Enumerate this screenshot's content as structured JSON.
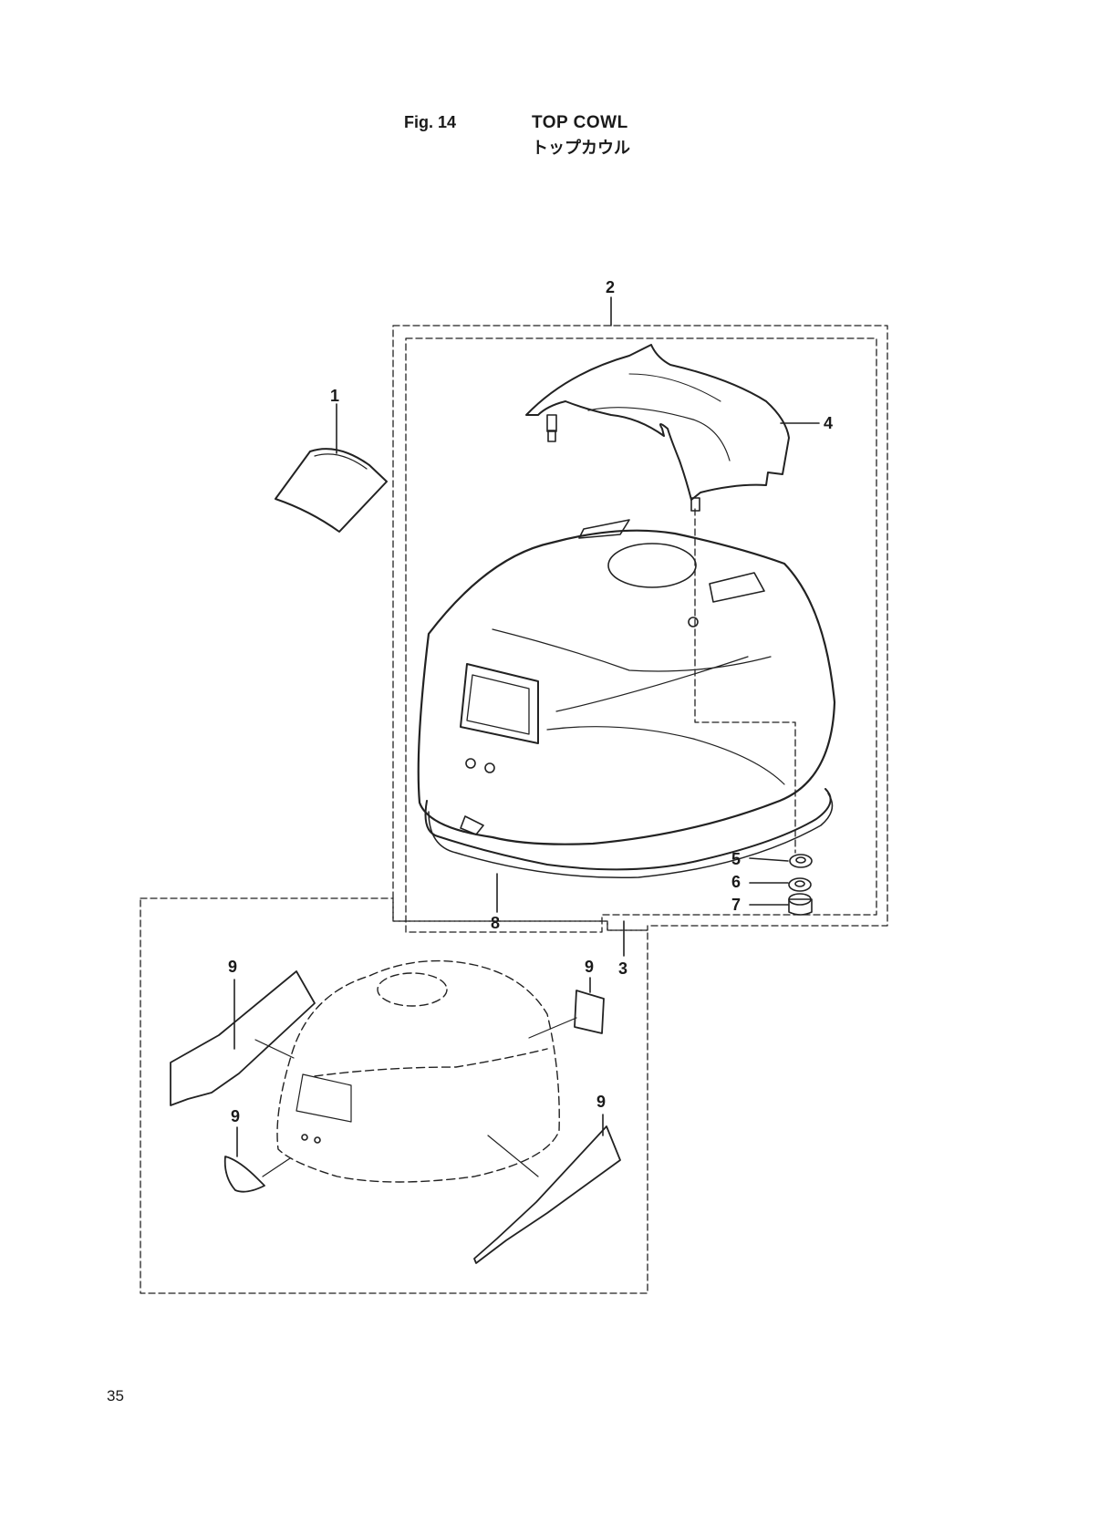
{
  "header": {
    "figure": "Fig. 14",
    "title": "TOP COWL",
    "title_jp": "トップカウル"
  },
  "callouts": {
    "c1": "1",
    "c2": "2",
    "c3": "3",
    "c4": "4",
    "c5": "5",
    "c6": "6",
    "c7": "7",
    "c8": "8",
    "c9a": "9",
    "c9b": "9",
    "c9c": "9",
    "c9d": "9"
  },
  "footer": {
    "page_number": "35"
  }
}
